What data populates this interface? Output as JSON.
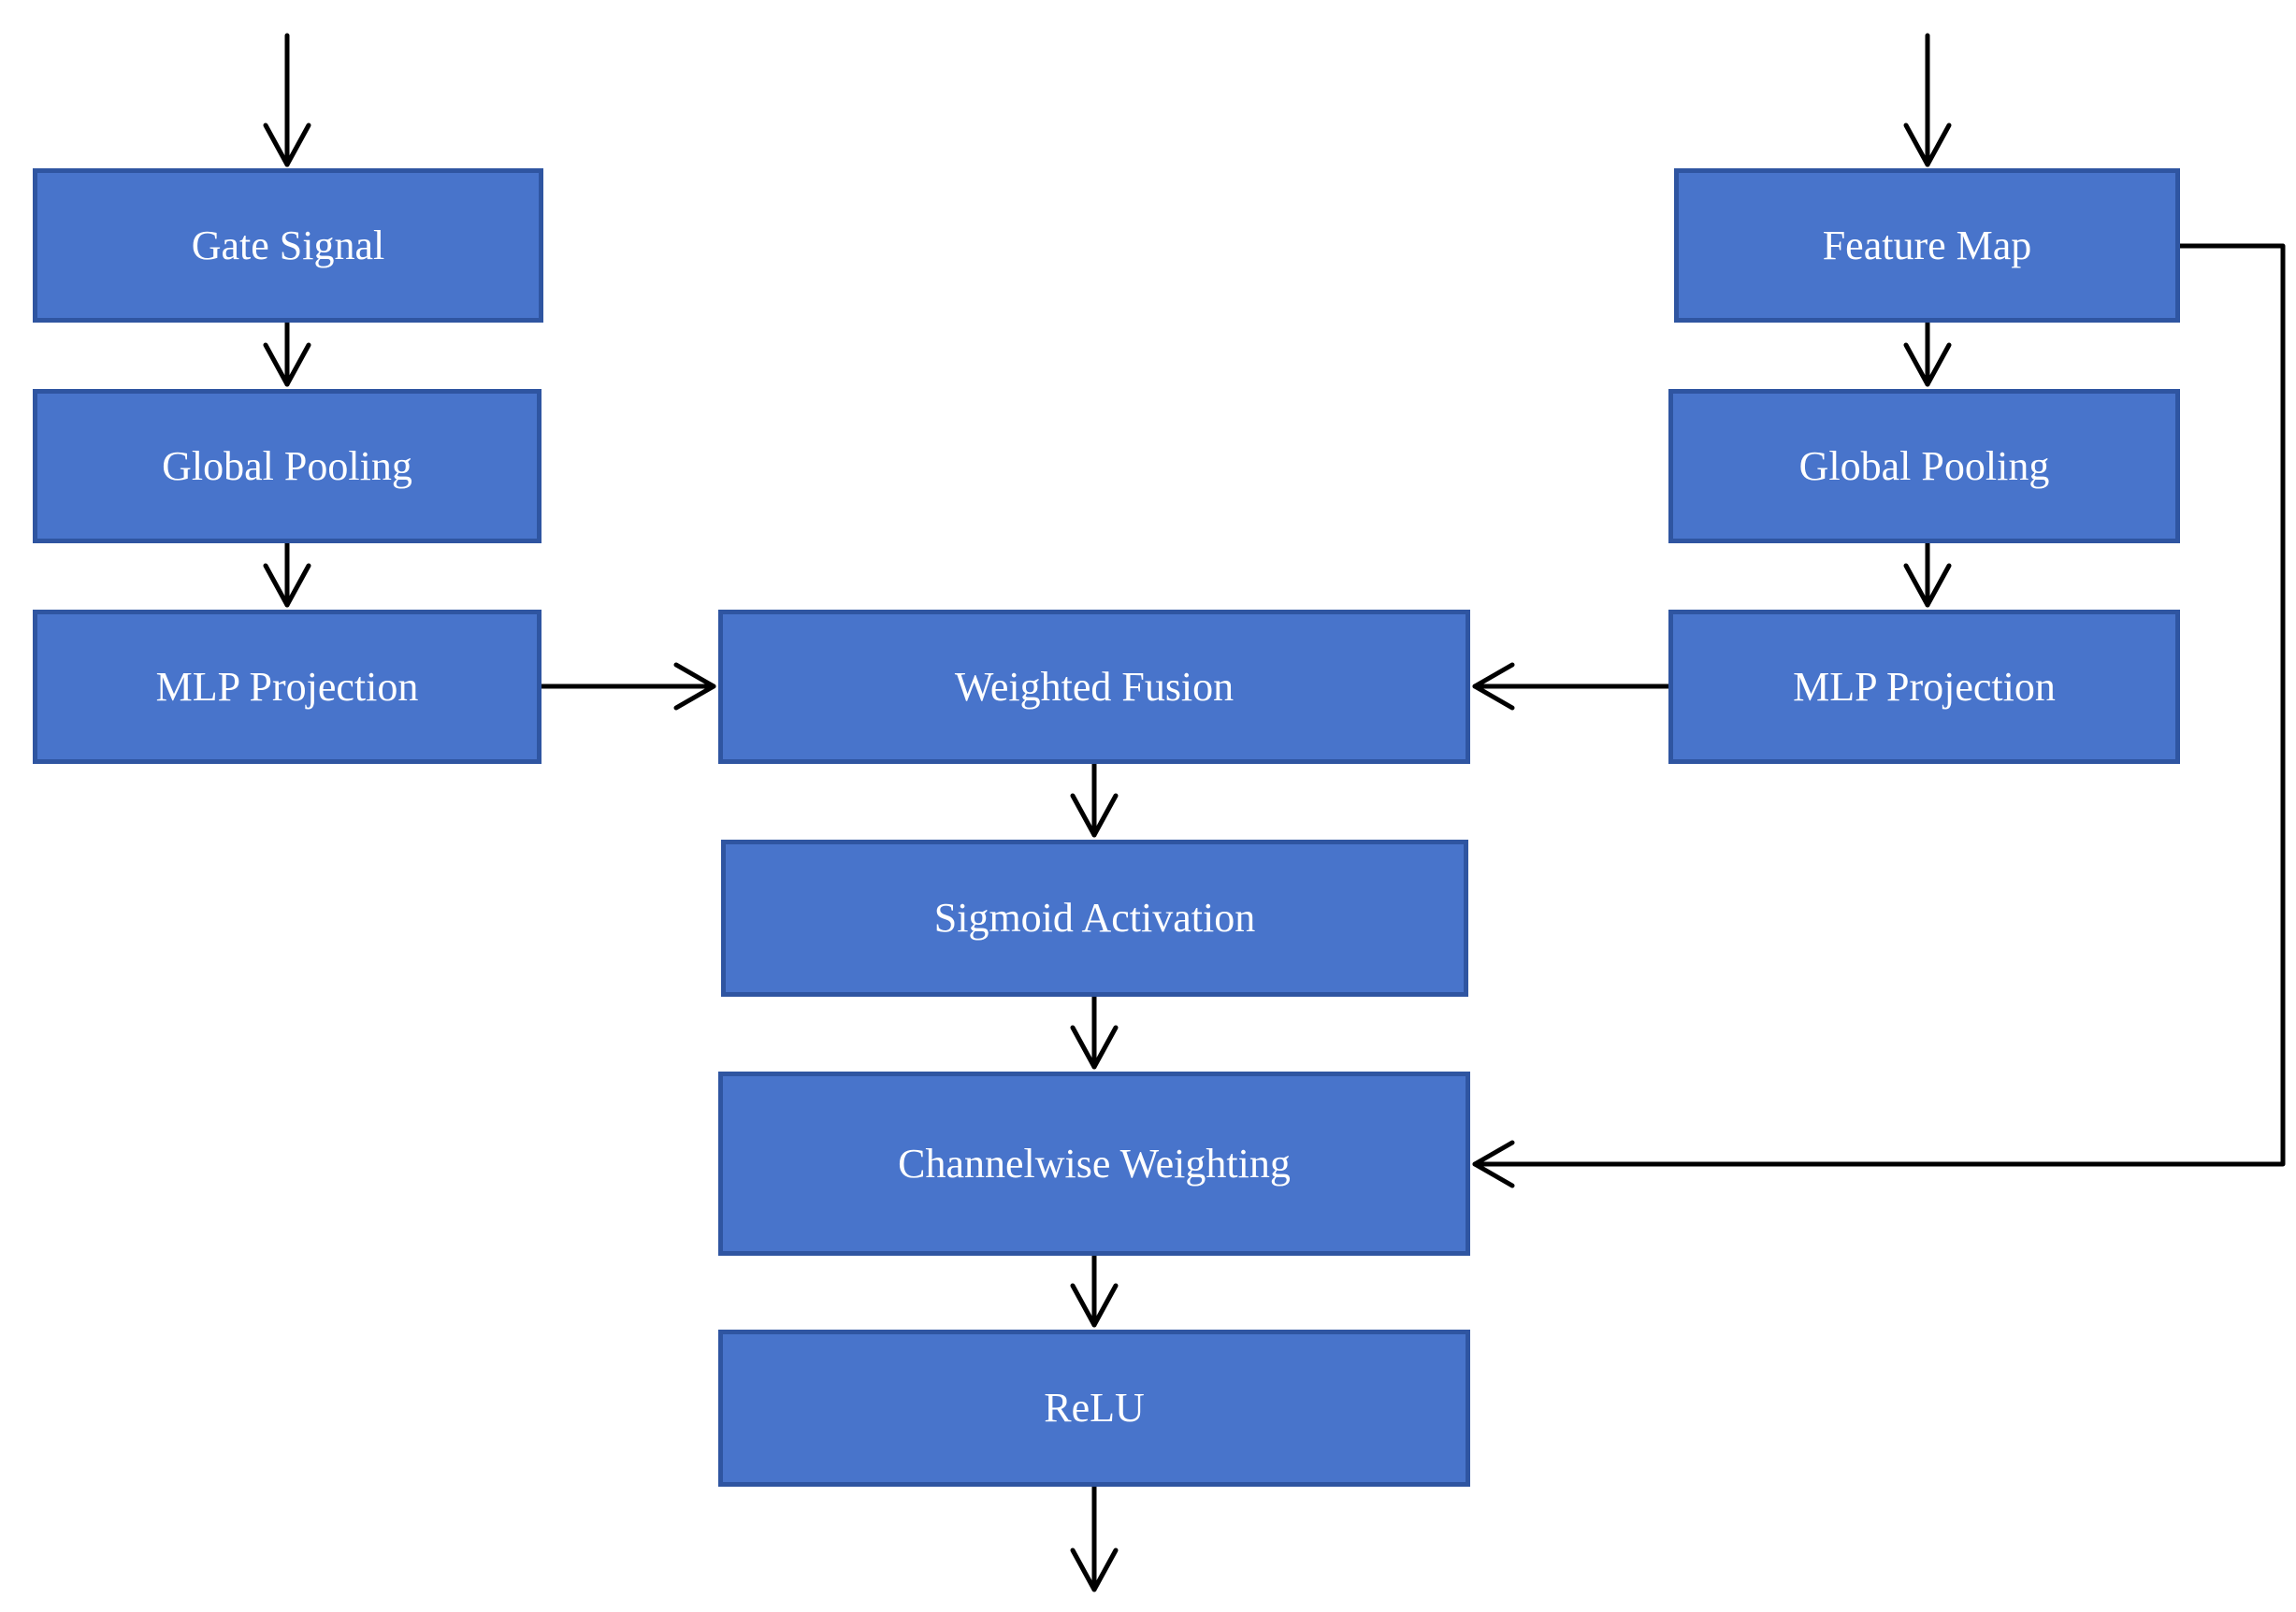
{
  "diagram": {
    "nodes": {
      "gate_signal": "Gate Signal",
      "global_pooling_left": "Global Pooling",
      "mlp_projection_left": "MLP Projection",
      "feature_map": "Feature Map",
      "global_pooling_right": "Global Pooling",
      "mlp_projection_right": "MLP Projection",
      "weighted_fusion": "Weighted Fusion",
      "sigmoid_activation": "Sigmoid Activation",
      "channelwise_weighting": "Channelwise Weighting",
      "relu": "ReLU"
    },
    "edges": [
      [
        "input",
        "gate_signal"
      ],
      [
        "gate_signal",
        "global_pooling_left"
      ],
      [
        "global_pooling_left",
        "mlp_projection_left"
      ],
      [
        "mlp_projection_left",
        "weighted_fusion"
      ],
      [
        "input",
        "feature_map"
      ],
      [
        "feature_map",
        "global_pooling_right"
      ],
      [
        "global_pooling_right",
        "mlp_projection_right"
      ],
      [
        "mlp_projection_right",
        "weighted_fusion"
      ],
      [
        "weighted_fusion",
        "sigmoid_activation"
      ],
      [
        "sigmoid_activation",
        "channelwise_weighting"
      ],
      [
        "feature_map",
        "channelwise_weighting"
      ],
      [
        "channelwise_weighting",
        "relu"
      ],
      [
        "relu",
        "output"
      ]
    ],
    "colors": {
      "box_fill": "#4874cb",
      "box_border": "#2f55a1",
      "box_text": "#ffffff",
      "arrow": "#000000"
    }
  }
}
